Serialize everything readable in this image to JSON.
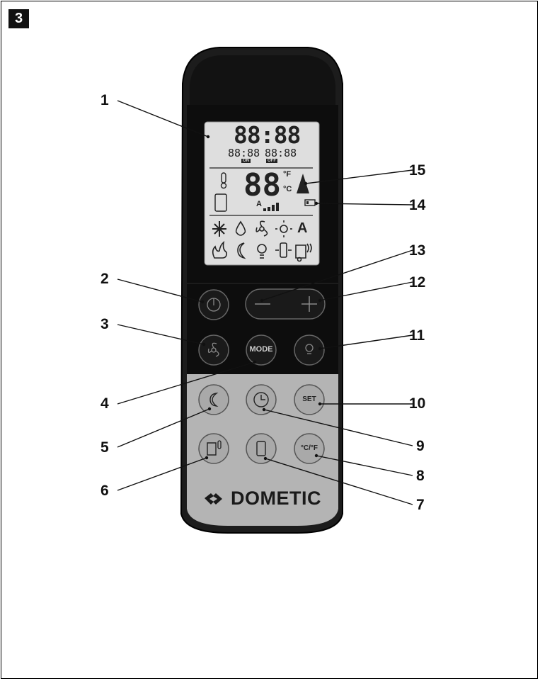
{
  "figure_number": "3",
  "brand": "DOMETIC",
  "display": {
    "clock": "88:88",
    "on_time": "88:88",
    "off_time": "88:88",
    "on_label": "ON",
    "off_label": "OFF",
    "temperature": "88",
    "unit_f": "°F",
    "unit_c": "°C",
    "fan_auto": "A",
    "auto_mode": "A"
  },
  "buttons": {
    "mode": "MODE",
    "set": "SET",
    "unit": "°C/°F"
  },
  "callouts": [
    "1",
    "2",
    "3",
    "4",
    "5",
    "6",
    "7",
    "8",
    "9",
    "10",
    "11",
    "12",
    "13",
    "14",
    "15"
  ],
  "icons": [
    "snowflake-icon",
    "drop-icon",
    "fan-icon",
    "sun-icon",
    "flame-icon",
    "moon-icon",
    "light-icon",
    "sensor-icon",
    "caravan-icon",
    "battery-icon",
    "signal-icon",
    "power-icon",
    "clock-icon",
    "thermometer-icon"
  ]
}
